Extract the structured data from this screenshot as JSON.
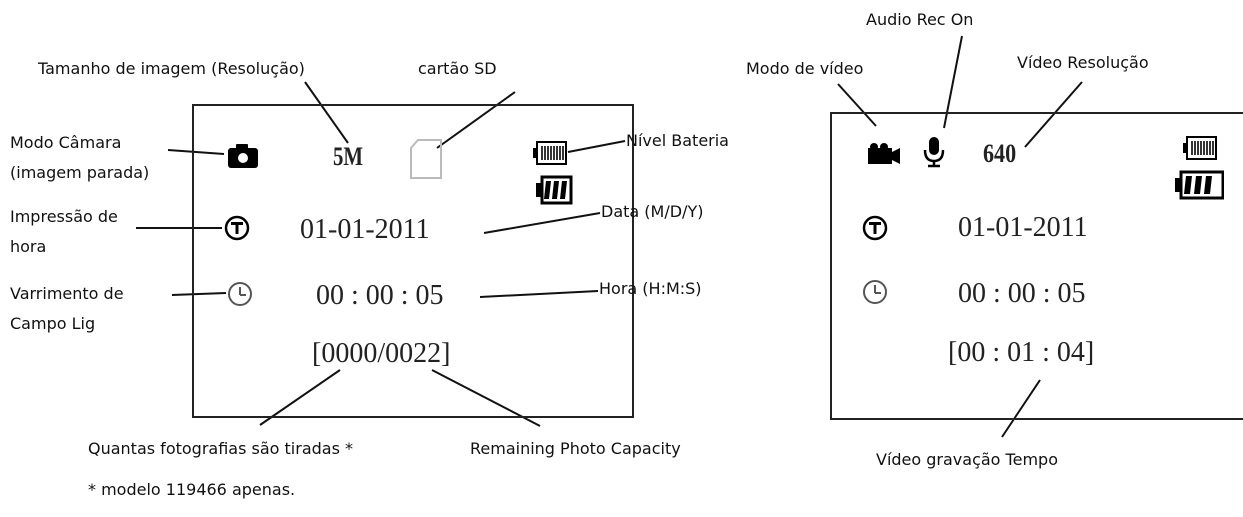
{
  "left_screen": {
    "resolution": "5M",
    "date": "01-01-2011",
    "time": "00 : 00 : 05",
    "photo_count": "[0000/0022]"
  },
  "right_screen": {
    "resolution": "640",
    "date": "01-01-2011",
    "time": "00 : 00 : 05",
    "record_time": "[00 : 01 : 04]"
  },
  "labels": {
    "image_size": "Tamanho de imagem (Resolução)",
    "sd_card": "cartão SD",
    "camera_mode_line1": "Modo Câmara",
    "camera_mode_line2": "(imagem parada)",
    "battery_level": "Nível Bateria",
    "timestamp_line1": "Impressão de",
    "timestamp_line2": "hora",
    "date_format": "Data (M/D/Y)",
    "field_scan_line1": "Varrimento de",
    "field_scan_line2": "Campo Lig",
    "time_format": "Hora (H:M:S)",
    "photos_taken": "Quantas fotografias são tiradas *",
    "remaining_capacity": "Remaining Photo Capacity",
    "footnote": "* modelo 119466 apenas.",
    "audio_rec": "Audio Rec On",
    "video_mode": "Modo de vídeo",
    "video_resolution": "Vídeo Resolução",
    "video_record_time": "Vídeo gravação Tempo"
  },
  "icons": [
    "camera-icon",
    "sd-card-icon",
    "battery-icon",
    "timestamp-icon",
    "clock-icon",
    "video-camera-icon",
    "microphone-icon"
  ]
}
